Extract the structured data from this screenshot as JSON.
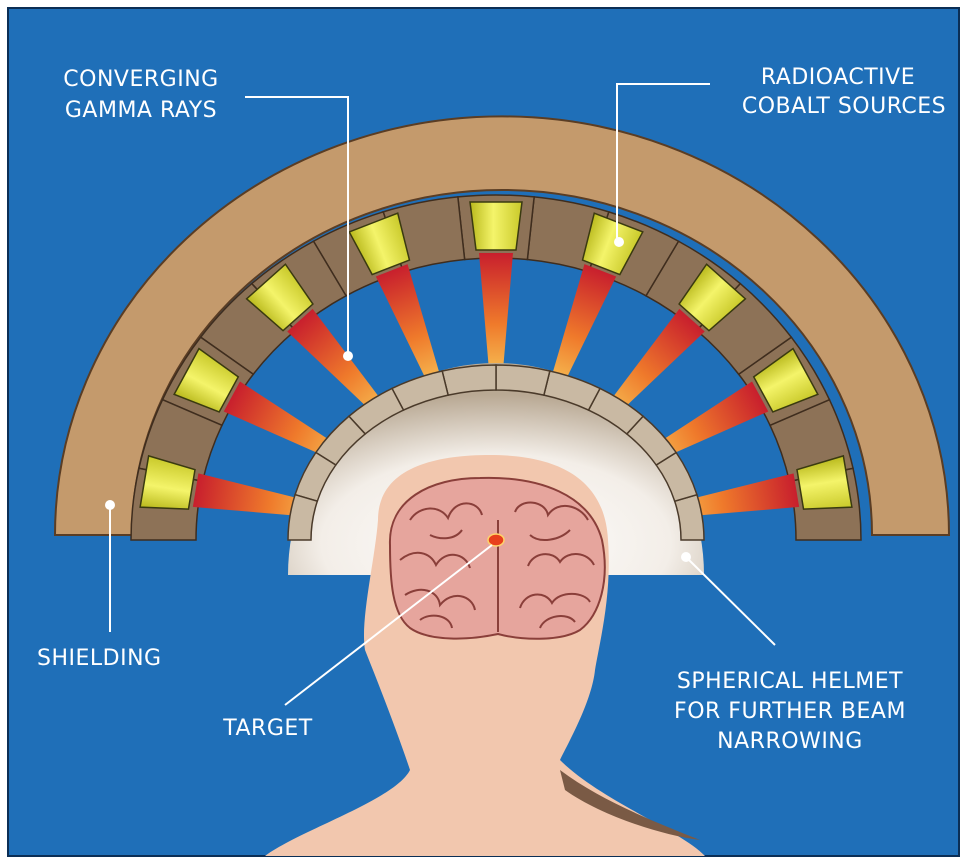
{
  "labels": {
    "converging_line1": "CONVERGING",
    "converging_line2": "GAMMA RAYS",
    "radioactive_line1": "RADIOACTIVE",
    "radioactive_line2": "COBALT SOURCES",
    "shielding": "SHIELDING",
    "target": "TARGET",
    "helmet_line1": "SPHERICAL HELMET",
    "helmet_line2": "FOR FURTHER BEAM",
    "helmet_line3": "NARROWING"
  },
  "colors": {
    "background": "#1f6fb8",
    "shielding": "#c49a6c",
    "collimator_ring": "#8d7257",
    "cobalt_source": "#d9d92a",
    "helmet": "#c9b9a3",
    "beam_far": "#c81f2d",
    "beam_near": "#f7b84a",
    "skin": "#f2c7ae",
    "brain": "#e6a59d",
    "target": "#e8401c"
  }
}
